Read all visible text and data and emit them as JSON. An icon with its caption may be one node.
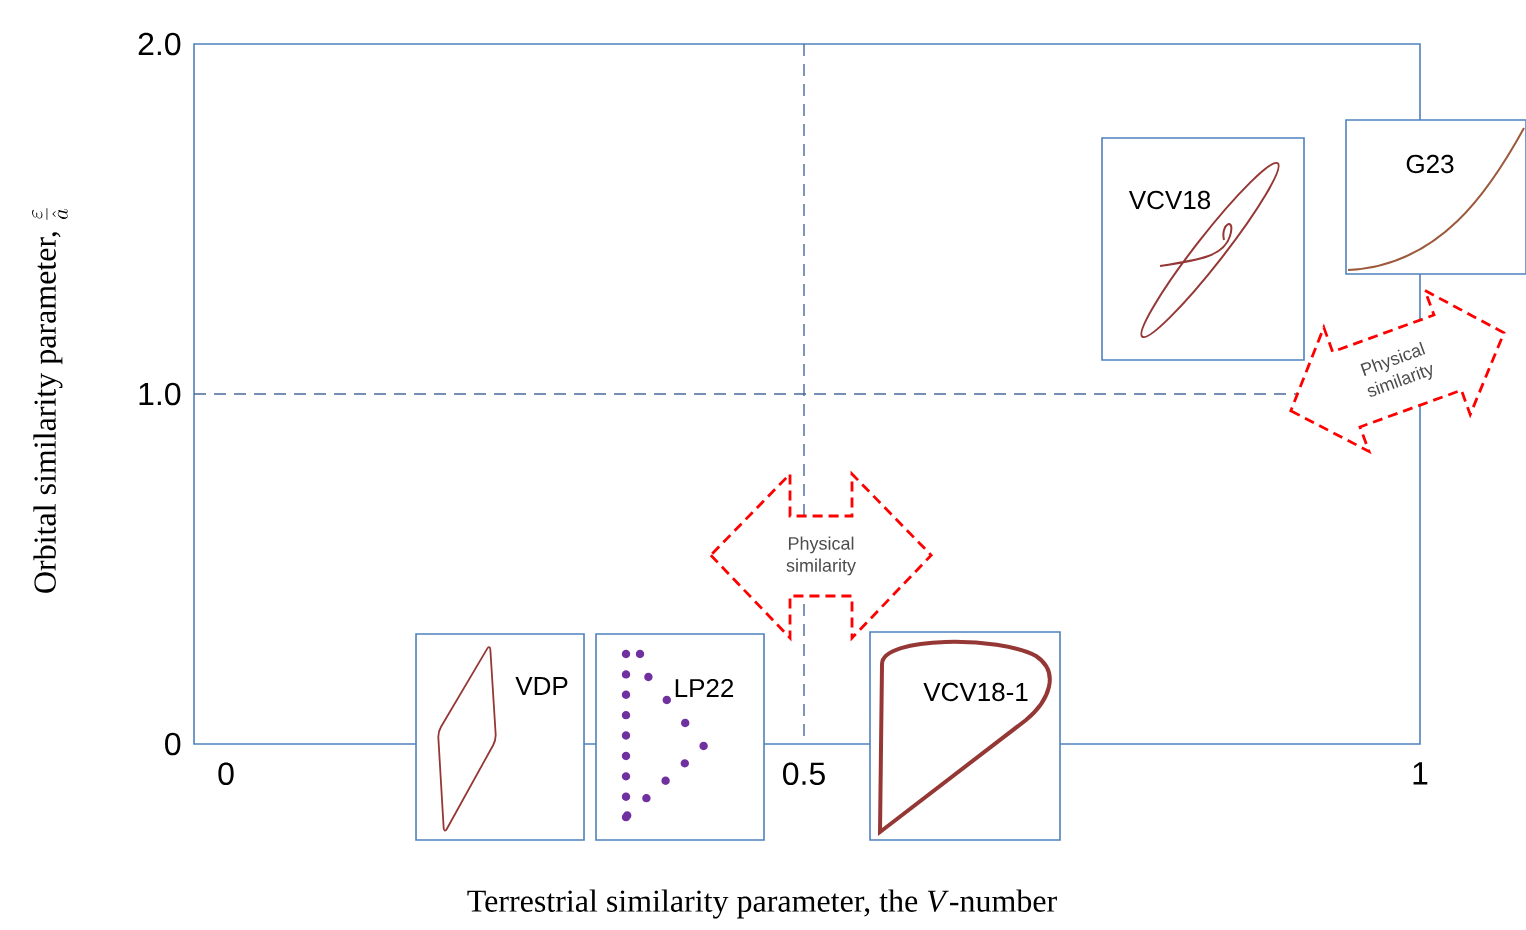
{
  "diagram": {
    "nodes": [
      {
        "text": [
          "VCV18"
        ]
      },
      {
        "text": [
          "G23"
        ]
      },
      {
        "text": [
          "VDP"
        ]
      },
      {
        "text": [
          "LP22"
        ]
      },
      {
        "text": [
          "VCV18-1"
        ]
      }
    ],
    "edges": [
      {
        "from": 0,
        "to": 1,
        "arrow": "both",
        "label": "Physical similarity"
      },
      {
        "from": 3,
        "to": 4,
        "arrow": "both",
        "label": "Physical similarity"
      }
    ],
    "labels": [
      "2.0",
      "1.0",
      "0",
      "0",
      "0.5",
      "1",
      "Orbital similarity parameter,",
      "\\frac{\\varepsilon}{\\hat{a}}",
      "Terrestrial similarity parameter, the *V*-number"
    ]
  }
}
